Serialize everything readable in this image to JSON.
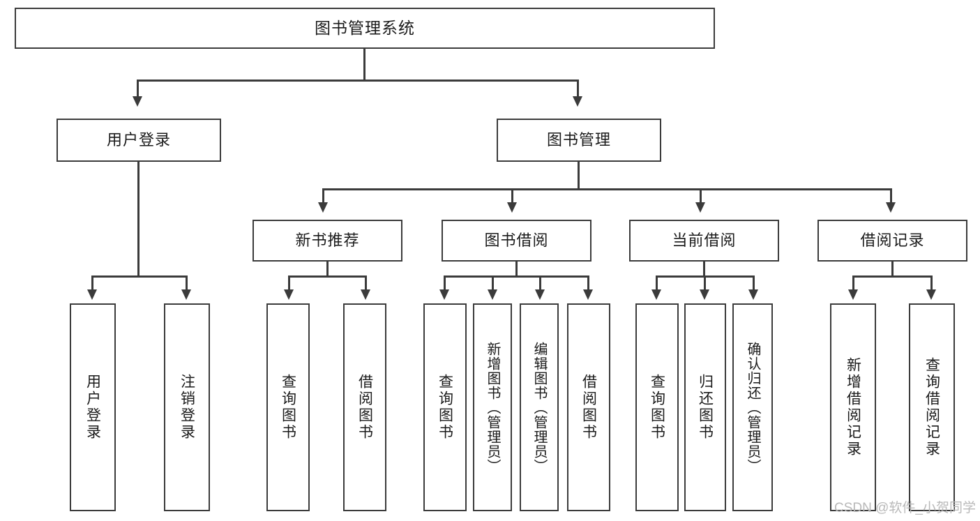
{
  "diagram": {
    "type": "tree-hierarchy-chart",
    "title": "图书管理系统",
    "orientation": "top-down",
    "box_color": "#ffffff",
    "border_color": "#3b3b3b",
    "text_color": "#1a1a1a"
  },
  "nodes": {
    "root": {
      "label": "图书管理系统",
      "level": 1
    },
    "level2": [
      {
        "label": "用户登录",
        "level": 2
      },
      {
        "label": "图书管理",
        "level": 2
      }
    ],
    "level3": [
      {
        "label": "新书推荐",
        "level": 3
      },
      {
        "label": "图书借阅",
        "level": 3
      },
      {
        "label": "当前借阅",
        "level": 3
      },
      {
        "label": "借阅记录",
        "level": 3
      }
    ],
    "leaves": {
      "user_login": [
        {
          "label": "用户登录"
        },
        {
          "label": "注销登录"
        }
      ],
      "new_book_recommend": [
        {
          "label": "查询图书"
        },
        {
          "label": "借阅图书"
        }
      ],
      "book_borrow": [
        {
          "label": "查询图书"
        },
        {
          "label": "新增图书（管理员）"
        },
        {
          "label": "编辑图书（管理员）"
        },
        {
          "label": "借阅图书"
        }
      ],
      "current_borrow": [
        {
          "label": "查询图书"
        },
        {
          "label": "归还图书"
        },
        {
          "label": "确认归还（管理员）"
        }
      ],
      "borrow_record": [
        {
          "label": "新增借阅记录"
        },
        {
          "label": "查询借阅记录"
        }
      ]
    }
  },
  "watermark": {
    "text": "CSDN @软件_小贺同学",
    "color": "#b9b9b9"
  }
}
